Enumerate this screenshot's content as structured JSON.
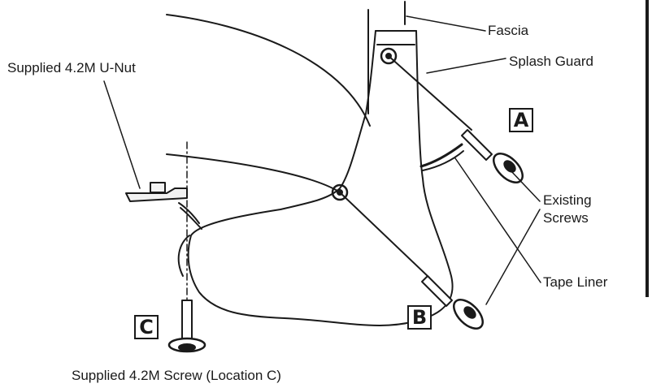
{
  "labels": {
    "fascia": "Fascia",
    "splash_guard": "Splash Guard",
    "u_nut": "Supplied 4.2M U-Nut",
    "existing_screws_line1": "Existing",
    "existing_screws_line2": "Screws",
    "tape_liner": "Tape Liner",
    "screw_c": "Supplied 4.2M Screw (Location C)"
  },
  "location_markers": {
    "a": "A",
    "b": "B",
    "c": "C"
  }
}
